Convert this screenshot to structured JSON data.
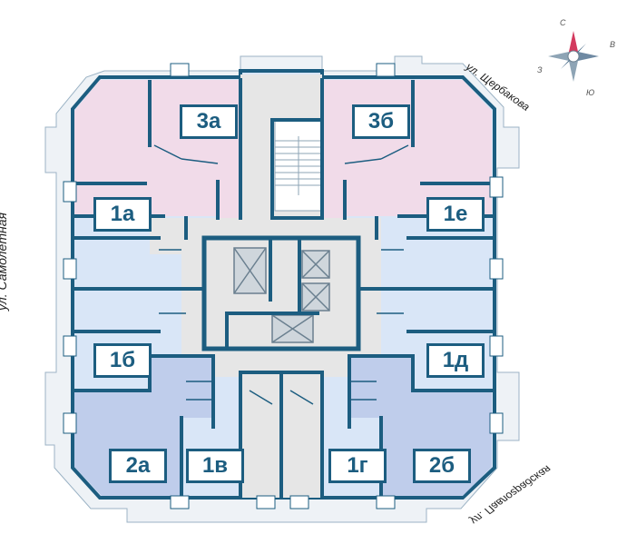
{
  "streets": {
    "left": "ул. Самолётная",
    "top": "ул. Щербакова",
    "bottom": "ул. Павлоградская"
  },
  "compass": {
    "north": "С",
    "east": "В",
    "south": "Ю",
    "west": "З"
  },
  "apartments": [
    {
      "id": "3a",
      "label": "3а",
      "color": "#f1dbe9"
    },
    {
      "id": "3b",
      "label": "3б",
      "color": "#f1dbe9"
    },
    {
      "id": "1a",
      "label": "1а",
      "color": "#d9e6f7"
    },
    {
      "id": "1e",
      "label": "1е",
      "color": "#d9e6f7"
    },
    {
      "id": "1b",
      "label": "1б",
      "color": "#d9e6f7"
    },
    {
      "id": "1d",
      "label": "1д",
      "color": "#d9e6f7"
    },
    {
      "id": "2a",
      "label": "2а",
      "color": "#bfcdeb"
    },
    {
      "id": "1v",
      "label": "1в",
      "color": "#d9e6f7"
    },
    {
      "id": "1g",
      "label": "1г",
      "color": "#d9e6f7"
    },
    {
      "id": "2b",
      "label": "2б",
      "color": "#bfcdeb"
    }
  ],
  "colors": {
    "wall": "#1c5d80",
    "common": "#e6e6e6",
    "balcony": "#eef2f6"
  }
}
